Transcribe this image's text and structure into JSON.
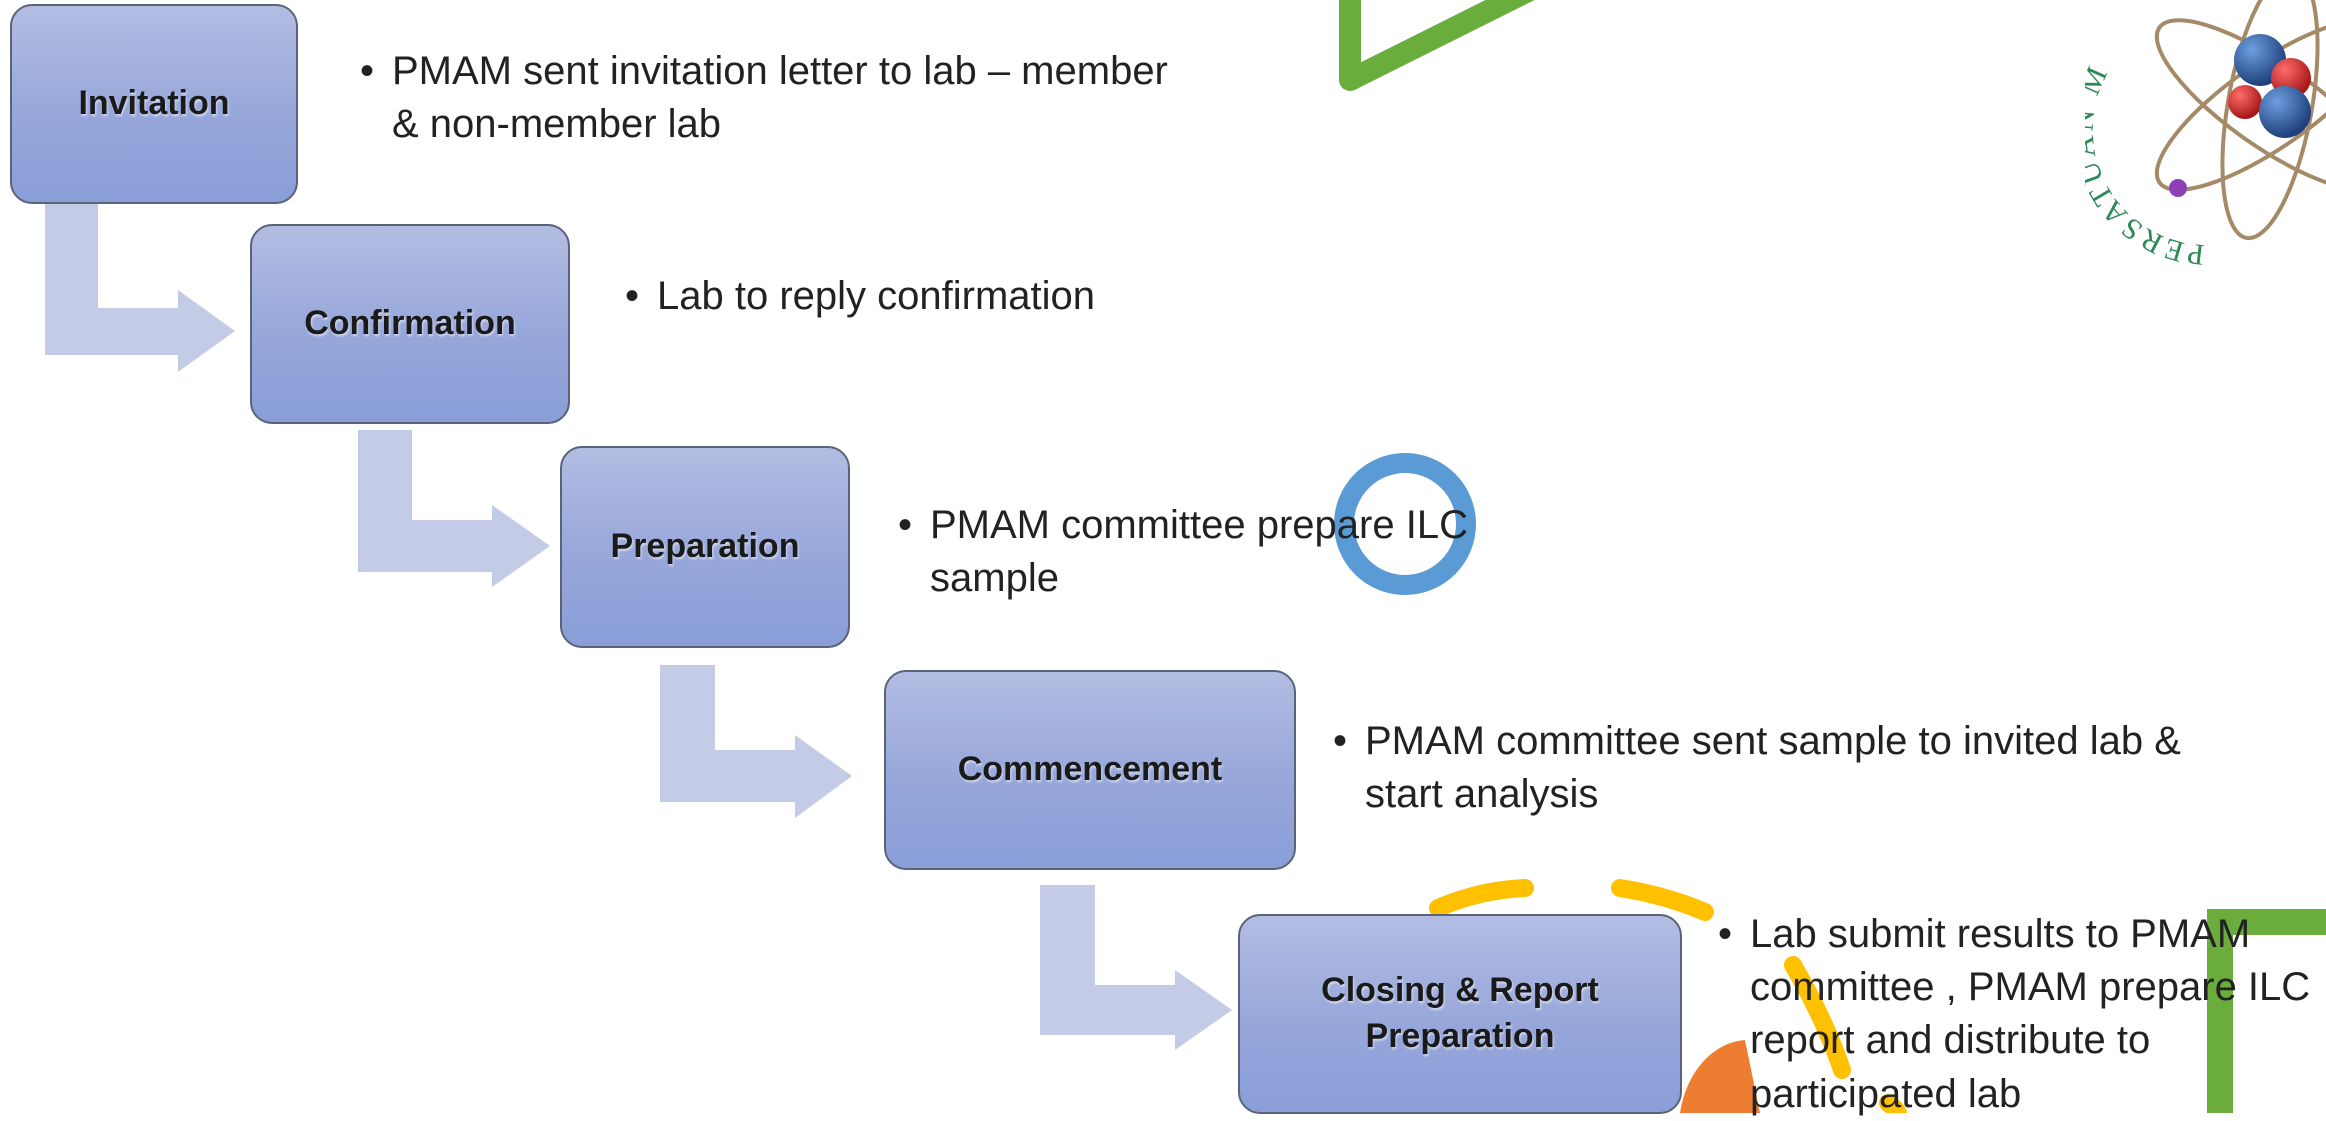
{
  "steps": [
    {
      "label": "Invitation",
      "description": "PMAM sent invitation letter to lab – member & non-member lab"
    },
    {
      "label": "Confirmation",
      "description": "Lab to reply confirmation"
    },
    {
      "label": "Preparation",
      "description": "PMAM committee prepare ILC sample"
    },
    {
      "label": "Commencement",
      "description": "PMAM committee sent sample to invited lab & start analysis"
    },
    {
      "label": "Closing & Report Preparation",
      "description": "Lab submit results to PMAM committee , PMAM prepare ILC report and distribute to participated lab"
    }
  ],
  "logo": {
    "text": "PERSATUAN MA"
  },
  "colors": {
    "box_top": "#b3bde3",
    "box_bottom": "#8a9ed8",
    "arrow": "#c3cbe6",
    "green": "#6aad3d",
    "blue": "#5b9bd5",
    "yellow": "#ffc000",
    "orange": "#ed7d31"
  }
}
